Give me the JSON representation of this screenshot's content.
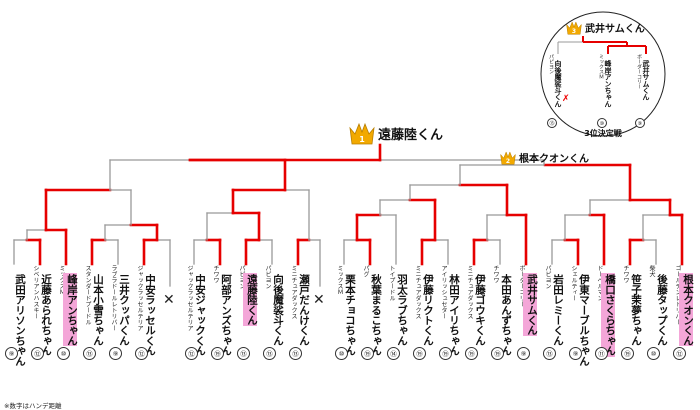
{
  "colors": {
    "winner_line": "#e60000",
    "loser_line": "#999999",
    "highlight": "#f4a6d8",
    "trophy": "#f2a900",
    "ring": "#222222"
  },
  "champion": {
    "rank": "1",
    "name": "遠藤陸くん"
  },
  "runner_up": {
    "rank": "2",
    "name": "根本クオンくん"
  },
  "third_place": {
    "rank": "3",
    "name": "武井サムくん",
    "caption": "3位決定戦",
    "loser_mark": "✗",
    "entrants": [
      {
        "kennel": "パピヨン",
        "name": "向後魔裟斗くん",
        "handicap": "⑬"
      },
      {
        "kennel": "ミックスＭ",
        "name": "峰岸アンちゃん",
        "handicap": "⑩"
      },
      {
        "kennel": "ボーダーコリー",
        "name": "武井サムくん",
        "handicap": "⑨"
      }
    ]
  },
  "bye_mark": "✕",
  "entrants": [
    {
      "kennel": "",
      "name": "武田アリソンちゃん",
      "handicap": "⑨",
      "highlight": false
    },
    {
      "kennel": "シベリアンハスキー",
      "name": "近藤あられちゃん",
      "handicap": "⑫",
      "highlight": false
    },
    {
      "kennel": "ミックスＭ",
      "name": "峰岸アンちゃん",
      "handicap": "⑩",
      "highlight": true
    },
    {
      "kennel": "スタンダードプードル",
      "name": "山本小雪ちゃん",
      "handicap": "⑬",
      "highlight": false
    },
    {
      "kennel": "ラブラドールレトリバー",
      "name": "三井クッパくん",
      "handicap": "⑨",
      "highlight": false
    },
    {
      "kennel": "ジャックラッセルテリア",
      "name": "中安ラッセルくん",
      "handicap": "⑫",
      "highlight": false
    },
    {
      "kennel": "ジャックラッセルテリア",
      "name": "中安ジャックくん",
      "handicap": "⑫",
      "highlight": false
    },
    {
      "kennel": "チワワ",
      "name": "阿部アンズちゃん",
      "handicap": "⑲",
      "highlight": false
    },
    {
      "kennel": "パピヨン",
      "name": "遠藤陸くん",
      "handicap": "⑬",
      "highlight": true
    },
    {
      "kennel": "パピヨン",
      "name": "向後魔裟斗くん",
      "handicap": "⑬",
      "highlight": false
    },
    {
      "kennel": "ミニチュアダックス",
      "name": "瀬戸だんけくん",
      "handicap": "⑬",
      "highlight": false
    },
    {
      "kennel": "ミックスＭ",
      "name": "栗本チョコちゃん",
      "handicap": "⑩",
      "highlight": false
    },
    {
      "kennel": "パグ",
      "name": "秋葉まるこちゃん",
      "handicap": "⑲",
      "highlight": false
    },
    {
      "kennel": "トイプードル",
      "name": "羽太ラブちゃん",
      "handicap": "⑭",
      "highlight": false
    },
    {
      "kennel": "ミニチュアダックス",
      "name": "伊藤リクトくん",
      "handicap": "⑲",
      "highlight": false
    },
    {
      "kennel": "アイリッシュセター",
      "name": "林田アイリちゃん",
      "handicap": "⑲",
      "highlight": false
    },
    {
      "kennel": "ミニチュアダックス",
      "name": "伊藤ゴウキくん",
      "handicap": "⑲",
      "highlight": false
    },
    {
      "kennel": "チワワ",
      "name": "本田あんずちゃん",
      "handicap": "⑲",
      "highlight": false
    },
    {
      "kennel": "ボーダーコリー",
      "name": "武井サムくん",
      "handicap": "⑨",
      "highlight": true
    },
    {
      "kennel": "パピヨン",
      "name": "岩田レミーくん",
      "handicap": "⑬",
      "highlight": false
    },
    {
      "kennel": "シェルティー",
      "name": "伊東マーブルちゃん",
      "handicap": "⑨",
      "highlight": false
    },
    {
      "kennel": "ドーベルマン",
      "name": "橋口さくらちゃん",
      "handicap": "⑪",
      "highlight": true
    },
    {
      "kennel": "チワワ",
      "name": "笹子茉夢ちゃん",
      "handicap": "⑲",
      "highlight": false
    },
    {
      "kennel": "柴犬",
      "name": "後藤タップくん",
      "handicap": "⑩",
      "highlight": false
    },
    {
      "kennel": "ゴールデンレトリバー",
      "name": "根本クオンくん",
      "handicap": "⑫",
      "highlight": true
    }
  ],
  "footnote": "※数字はハンデ距離"
}
